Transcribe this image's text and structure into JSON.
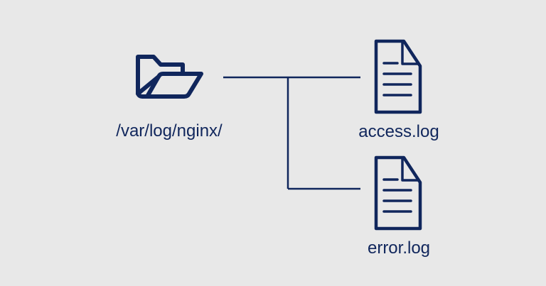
{
  "diagram": {
    "folder": {
      "label": "/var/log/nginx/",
      "icon": "folder-open-icon"
    },
    "files": [
      {
        "label": "access.log",
        "icon": "file-text-icon"
      },
      {
        "label": "error.log",
        "icon": "file-text-icon"
      }
    ],
    "colors": {
      "background": "#e8e8e8",
      "stroke": "#10265c"
    }
  }
}
